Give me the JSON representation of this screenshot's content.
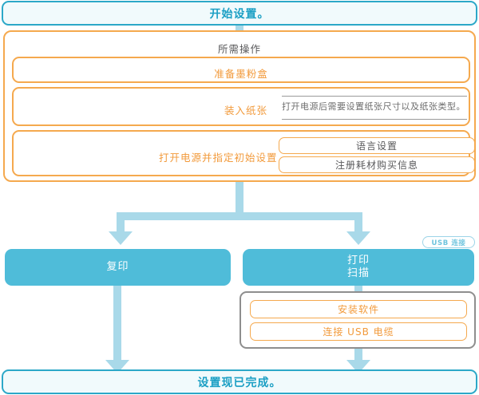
{
  "start_banner": {
    "label": "开始设置。"
  },
  "required_section": {
    "title": "所需操作",
    "rows": [
      {
        "label": "准备墨粉盒",
        "align": "center"
      },
      {
        "label": "装入纸张",
        "note": "打开电源后需要设置纸张尺寸以及纸张类型。"
      },
      {
        "label": "打开电源并指定初始设置",
        "buttons": [
          {
            "label": "语言设置"
          },
          {
            "label": "注册耗材购买信息"
          }
        ]
      }
    ]
  },
  "branches": {
    "copy": {
      "label": "复印"
    },
    "print_scan": {
      "line1": "打印",
      "line2": "扫描"
    },
    "usb_badge": {
      "label": "USB 连接"
    },
    "install_group": {
      "buttons": [
        {
          "label": "安装软件"
        },
        {
          "label": "连接 USB 电缆"
        }
      ]
    }
  },
  "end_banner": {
    "label": "设置现已完成。"
  },
  "colors": {
    "accent_blue": "#1b9fc4",
    "banner_border": "#2ca8c8",
    "banner_fill": "#f1fafc",
    "orange": "#f5a94e",
    "orange_text": "#f29a3b",
    "cyan_box": "#4fbcd9",
    "connector": "#a9d9e9",
    "gray_border": "#8e8e8e",
    "gray_text": "#58585a"
  }
}
